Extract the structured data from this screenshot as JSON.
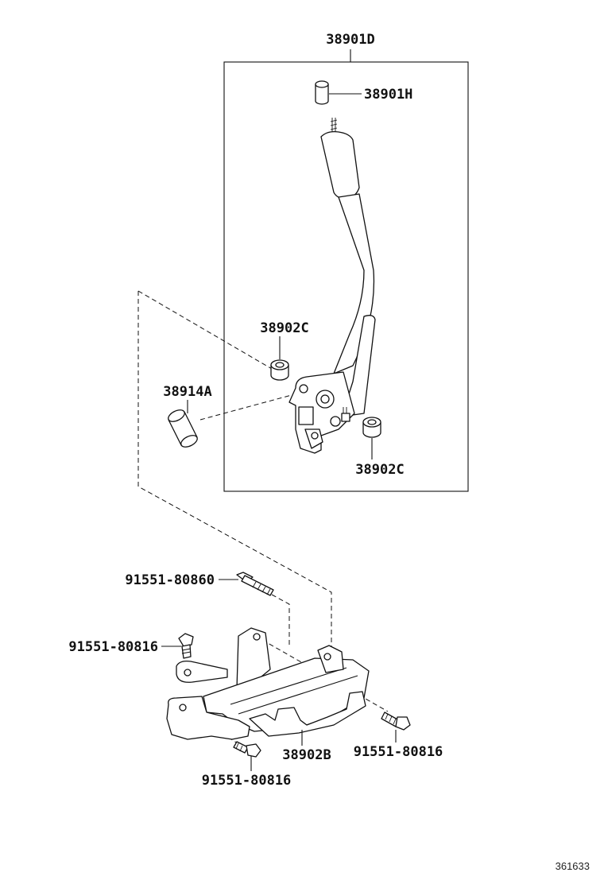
{
  "labels": {
    "lever_assembly": "38901D",
    "knob": "38901H",
    "bushing_upper": "38902C",
    "collar": "38914A",
    "bushing_lower": "38902C",
    "bracket": "38902B",
    "bolt_long": "91551-80860",
    "bolt_left": "91551-80816",
    "bolt_right": "91551-80816",
    "bolt_bottom": "91551-80816"
  },
  "figure_ref": "361633"
}
